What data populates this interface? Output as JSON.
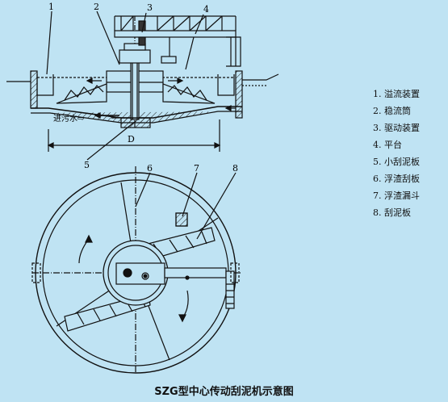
{
  "callouts": {
    "c1": "1",
    "c2": "2",
    "c3": "3",
    "c4": "4",
    "c5": "5",
    "c6": "6",
    "c7": "7",
    "c8": "8",
    "d": "D",
    "inlet": "进污水⇨"
  },
  "legend": [
    {
      "num": "1.",
      "text": "溢流装置"
    },
    {
      "num": "2.",
      "text": "稳流筒"
    },
    {
      "num": "3.",
      "text": "驱动装置"
    },
    {
      "num": "4.",
      "text": "平台"
    },
    {
      "num": "5.",
      "text": "小刮泥板"
    },
    {
      "num": "6.",
      "text": "浮渣刮板"
    },
    {
      "num": "7.",
      "text": "浮渣漏斗"
    },
    {
      "num": "8.",
      "text": "刮泥板"
    }
  ],
  "caption": "SZG型中心传动刮泥机示意图",
  "colors": {
    "background": "#bfe3f3",
    "line": "#111111"
  }
}
